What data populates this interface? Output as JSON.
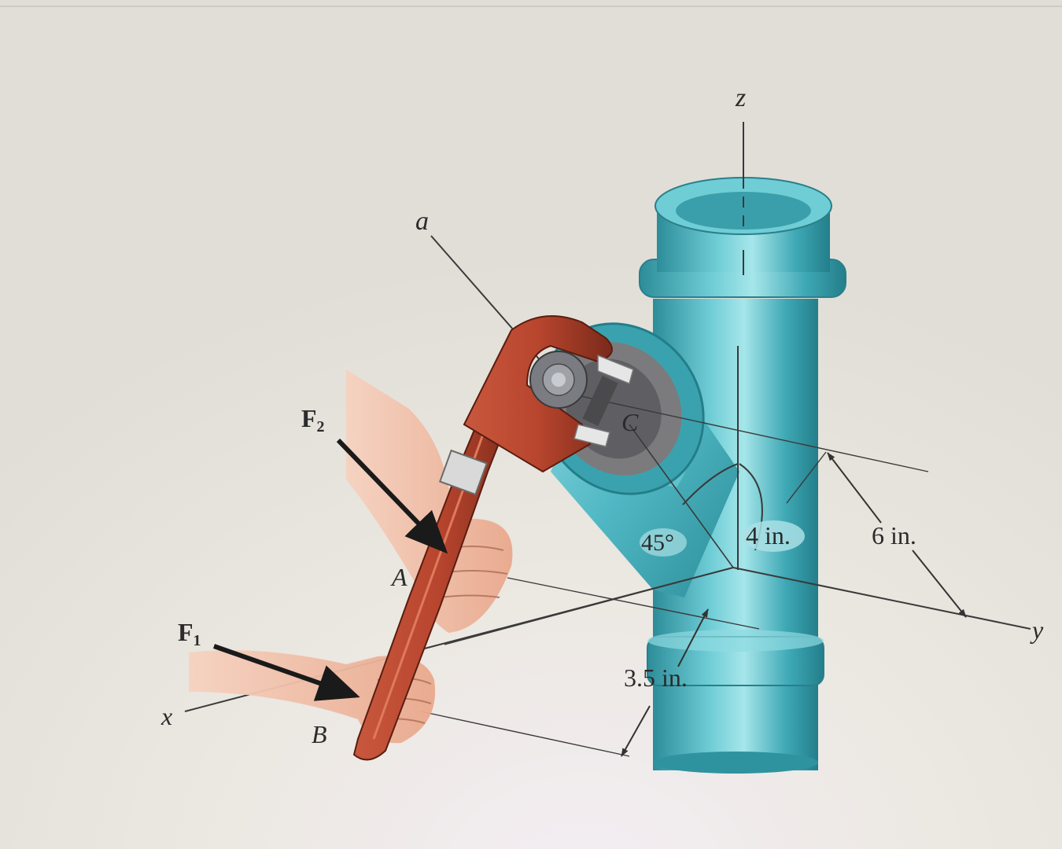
{
  "labels": {
    "axis_z": "z",
    "axis_x": "x",
    "axis_y": "y",
    "axis_a": "a",
    "force_f1_main": "F",
    "force_f1_sub": "1",
    "force_f2_main": "F",
    "force_f2_sub": "2",
    "point_a": "A",
    "point_b": "B",
    "point_c": "C",
    "angle": "45°",
    "dim_4": "4 in.",
    "dim_6": "6 in.",
    "dim_3_5": "3.5 in."
  },
  "colors": {
    "pipe": "#4fb7c3",
    "pipe_dark": "#2c8d99",
    "pipe_light": "#9fe0e6",
    "wrench": "#b8452e",
    "wrench_dark": "#7a2a1a",
    "skin": "#efb9a0",
    "plug": "#6f6f72",
    "background": "#e4e1da"
  }
}
